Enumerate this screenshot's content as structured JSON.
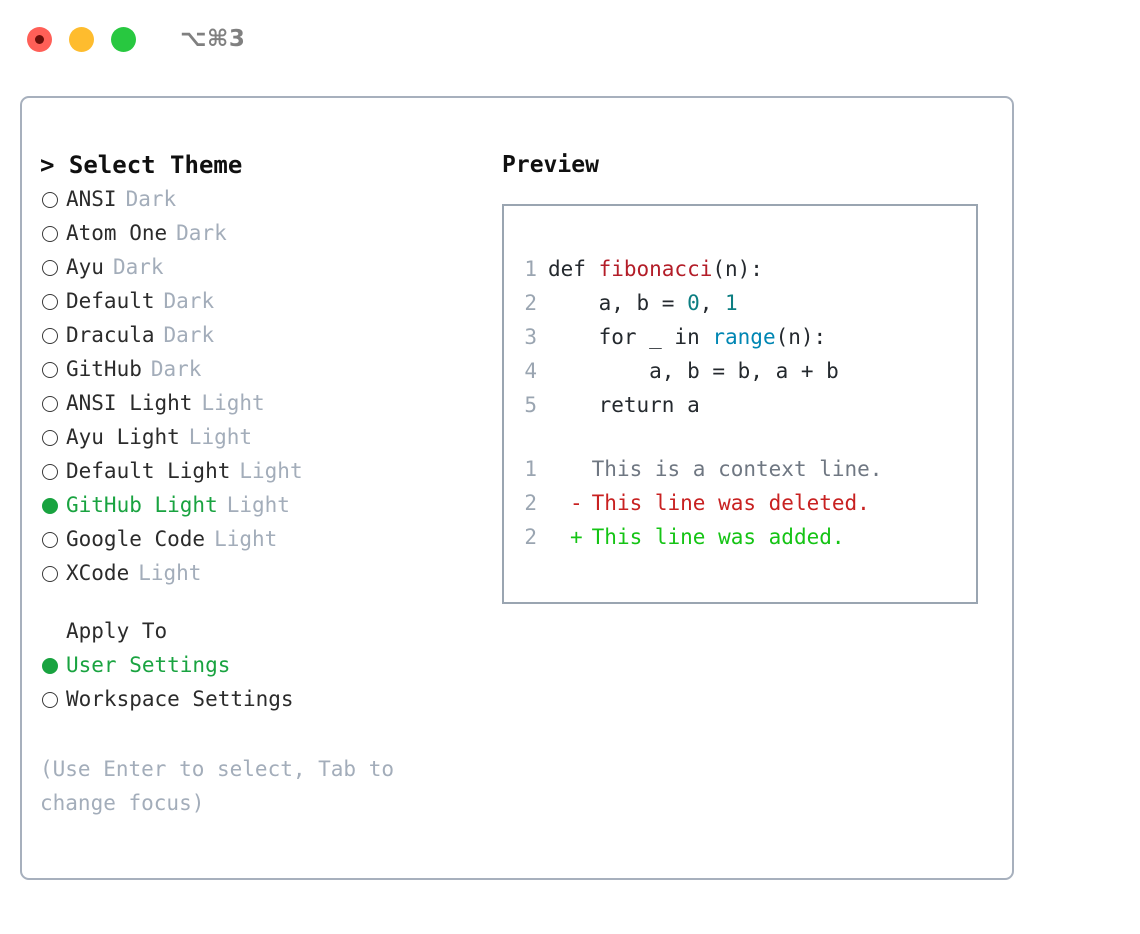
{
  "titlebar": {
    "shortcut": "⌥⌘3",
    "buttons": [
      {
        "name": "close",
        "color": "#ff5f57"
      },
      {
        "name": "minimize",
        "color": "#febc2e"
      },
      {
        "name": "zoom",
        "color": "#28c840"
      }
    ]
  },
  "theme_panel": {
    "header": "> Select Theme",
    "items": [
      {
        "name": "ANSI",
        "tag": "Dark",
        "selected": false
      },
      {
        "name": "Atom One",
        "tag": "Dark",
        "selected": false
      },
      {
        "name": "Ayu",
        "tag": "Dark",
        "selected": false
      },
      {
        "name": "Default",
        "tag": "Dark",
        "selected": false
      },
      {
        "name": "Dracula",
        "tag": "Dark",
        "selected": false
      },
      {
        "name": "GitHub",
        "tag": "Dark",
        "selected": false
      },
      {
        "name": "ANSI Light",
        "tag": "Light",
        "selected": false
      },
      {
        "name": "Ayu Light",
        "tag": "Light",
        "selected": false
      },
      {
        "name": "Default Light",
        "tag": "Light",
        "selected": false
      },
      {
        "name": "GitHub Light",
        "tag": "Light",
        "selected": true
      },
      {
        "name": "Google Code",
        "tag": "Light",
        "selected": false
      },
      {
        "name": "XCode",
        "tag": "Light",
        "selected": false
      }
    ]
  },
  "apply_to": {
    "header": "Apply To",
    "options": [
      {
        "name": "User Settings",
        "selected": true
      },
      {
        "name": "Workspace Settings",
        "selected": false
      }
    ]
  },
  "hint": "(Use Enter to select, Tab to change focus)",
  "preview": {
    "title": "Preview",
    "code_lines": [
      {
        "num": "1",
        "segments": [
          {
            "text": "def ",
            "kind": "plain"
          },
          {
            "text": "fibonacci",
            "kind": "fn"
          },
          {
            "text": "(n):",
            "kind": "plain"
          }
        ]
      },
      {
        "num": "2",
        "segments": [
          {
            "text": "    a, b = ",
            "kind": "plain"
          },
          {
            "text": "0",
            "kind": "num"
          },
          {
            "text": ", ",
            "kind": "plain"
          },
          {
            "text": "1",
            "kind": "num"
          }
        ]
      },
      {
        "num": "3",
        "segments": [
          {
            "text": "    for _ in ",
            "kind": "plain"
          },
          {
            "text": "range",
            "kind": "call"
          },
          {
            "text": "(n):",
            "kind": "plain"
          }
        ]
      },
      {
        "num": "4",
        "segments": [
          {
            "text": "        a, b = b, a + b",
            "kind": "plain"
          }
        ]
      },
      {
        "num": "5",
        "segments": [
          {
            "text": "    return a",
            "kind": "plain"
          }
        ]
      }
    ],
    "diff_lines": [
      {
        "num": "1",
        "marker": " ",
        "text": "This is a context line.",
        "kind": "ctx"
      },
      {
        "num": "2",
        "marker": "-",
        "text": "This line was deleted.",
        "kind": "del"
      },
      {
        "num": "2",
        "marker": "+",
        "text": "This line was added.",
        "kind": "add"
      }
    ]
  },
  "colors": {
    "accent_green": "#19a340",
    "muted": "#a3adba",
    "border": "#a7b0bd",
    "preview_border": "#9aa5b1",
    "fn": "#b31d28",
    "number": "#0c7e82",
    "call": "#0086b3",
    "diff_context": "#6f7782",
    "diff_deleted": "#c82121",
    "diff_added": "#15c415"
  }
}
